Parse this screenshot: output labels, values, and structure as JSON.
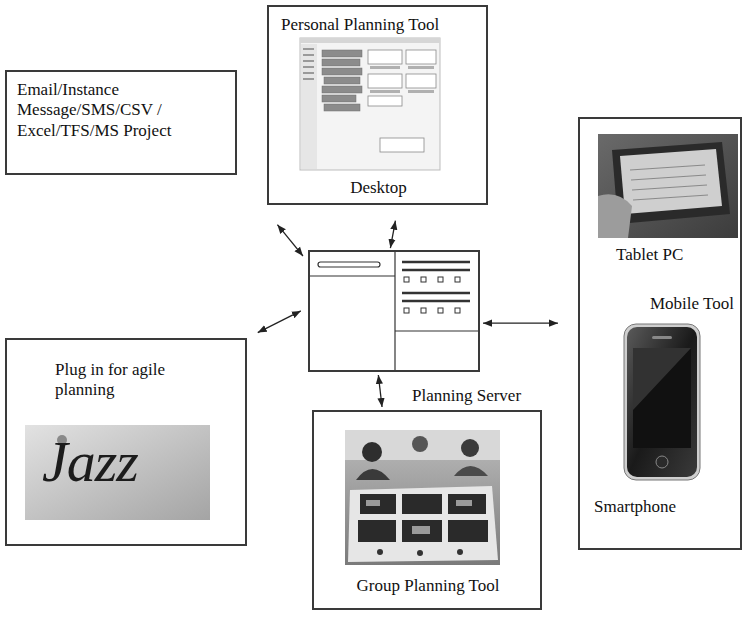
{
  "diagram": {
    "nodes": [
      {
        "text": [
          "Personal Planning Tool",
          "Desktop"
        ]
      },
      {
        "text": [
          "Email/Instance Message/SMS/CSV / Excel/TFS/MS Project"
        ]
      },
      {
        "text": [
          "Planning Server"
        ]
      },
      {
        "text": [
          "Tablet PC",
          "Mobile Tool",
          "Smartphone"
        ]
      },
      {
        "text": [
          "Plug in for agile planning"
        ]
      },
      {
        "text": [
          "Group Planning Tool"
        ]
      }
    ],
    "edges": [
      {
        "from": 2,
        "to": 0,
        "arrow": "both"
      },
      {
        "from": 2,
        "to": 1,
        "arrow": "both"
      },
      {
        "from": 2,
        "to": 3,
        "arrow": "both"
      },
      {
        "from": 2,
        "to": 4,
        "arrow": "both"
      },
      {
        "from": 2,
        "to": 5,
        "arrow": "both"
      }
    ],
    "labels": [
      "Jazz"
    ]
  }
}
